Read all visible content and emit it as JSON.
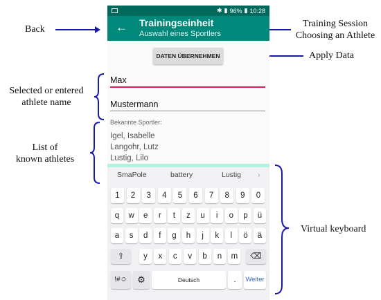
{
  "annotations": {
    "back": "Back",
    "training_line1": "Training Session",
    "training_line2": "Choosing an Athlete",
    "apply": "Apply Data",
    "selected_line1": "Selected or entered",
    "selected_line2": "athlete name",
    "list_line1": "List of",
    "list_line2": "known athletes",
    "keyboard": "Virtual keyboard"
  },
  "status_bar": {
    "battery": "96%",
    "time": "10:28"
  },
  "app_bar": {
    "back_icon": "←",
    "title": "Trainingseinheit",
    "subtitle": "Auswahl eines Sportlers"
  },
  "apply_button": "DATEN ÜBERNEHMEN",
  "first_name": "Max",
  "last_name": "Mustermann",
  "known": {
    "label": "Bekannte Sportler:",
    "items": [
      "Igel, Isabelle",
      "Langohr, Lutz",
      "Lustig, Lilo"
    ]
  },
  "keyboard": {
    "suggestions": [
      "SmaPole",
      "battery",
      "Lustig"
    ],
    "suggest_more": "›",
    "row_numbers": [
      "1",
      "2",
      "3",
      "4",
      "5",
      "6",
      "7",
      "8",
      "9",
      "0"
    ],
    "row1": [
      "q",
      "w",
      "e",
      "r",
      "t",
      "z",
      "u",
      "i",
      "o",
      "p",
      "ü"
    ],
    "row2": [
      "a",
      "s",
      "d",
      "f",
      "g",
      "h",
      "j",
      "k",
      "l",
      "ö",
      "ä"
    ],
    "row3": [
      "y",
      "x",
      "c",
      "v",
      "b",
      "n",
      "m"
    ],
    "shift": "⇧",
    "backspace": "⌫",
    "symbols": "!#☺",
    "settings": "⚙",
    "space": "Deutsch",
    "period": ".",
    "enter": "Weiter"
  },
  "colors": {
    "statusbar": "#00695c",
    "appbar": "#00897b",
    "accent": "#d81b60",
    "annotation": "#1a1aaa"
  }
}
